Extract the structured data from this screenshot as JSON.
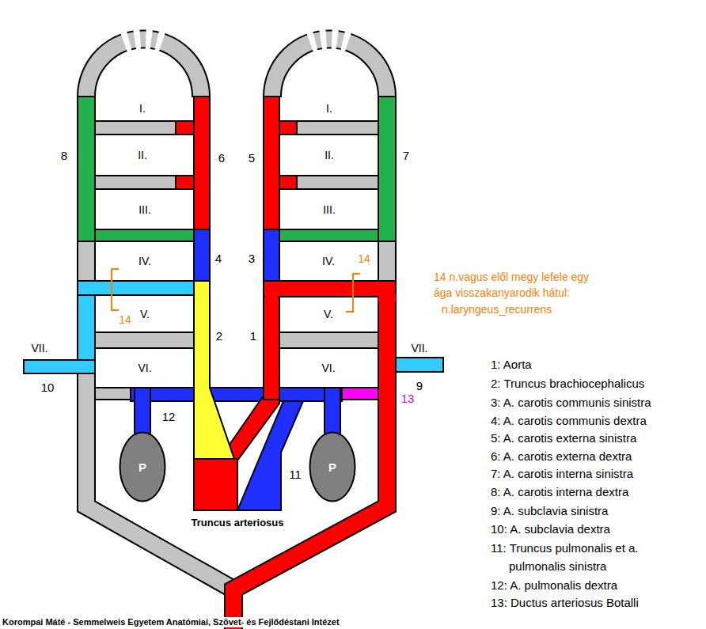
{
  "diagram": {
    "nodes": [
      {
        "text": [
          "P"
        ]
      },
      {
        "text": [
          "P"
        ]
      }
    ],
    "labels": [
      "I.",
      "II.",
      "III.",
      "IV.",
      "V.",
      "VI.",
      "VII.",
      "I.",
      "II.",
      "III.",
      "IV.",
      "V.",
      "VI.",
      "VII.",
      "1",
      "2",
      "3",
      "4",
      "5",
      "6",
      "7",
      "8",
      "9",
      "10",
      "11",
      "12",
      "13",
      "14",
      "14",
      "14 n.vagus elől megy lefele egy ága visszakanyarodik hátul:",
      "n.laryngeus_recurrens",
      "Truncus arteriosus",
      "1: Aorta",
      "2: Truncus brachiocephalicus",
      "3: A. carotis communis sinistra",
      "4: A. carotis communis dextra",
      "5: A. carotis externa sinistra",
      "6: A. carotis externa dextra",
      "7: A. carotis interna sinistra",
      "8: A. carotis interna dextra",
      "9: A. subclavia sinistra",
      "10: A. subclavia dextra",
      "11: Truncus pulmonalis et a. pulmonalis sinistra",
      "12: A. pulmonalis dextra",
      "13: Ductus arteriosus Botalli",
      "Korompai Máté - Semmelweis Egyetem Anatómiai, Szövet- és Fejlődéstani Intézet"
    ]
  }
}
